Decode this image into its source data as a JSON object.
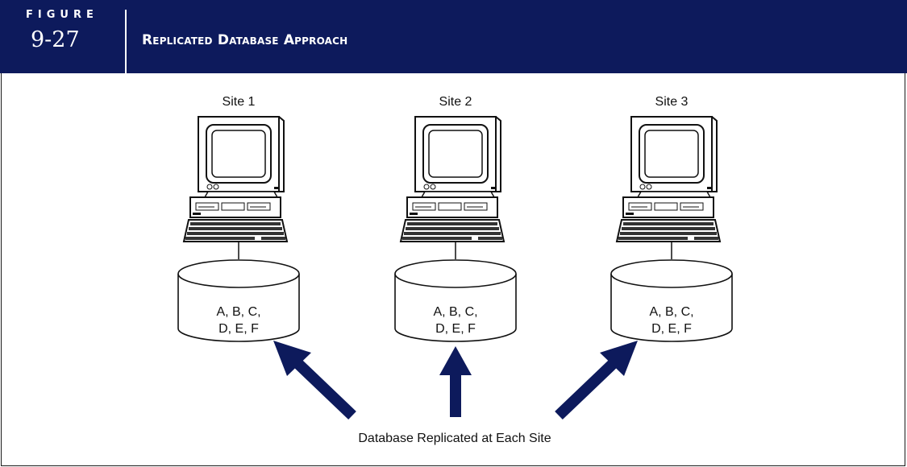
{
  "header": {
    "figure_label": "FIGURE",
    "figure_number": "9-27",
    "title": "Replicated Database Approach"
  },
  "sites": [
    {
      "label": "Site 1",
      "db_line1": "A, B, C,",
      "db_line2": "D, E, F"
    },
    {
      "label": "Site 2",
      "db_line1": "A, B, C,",
      "db_line2": "D, E, F"
    },
    {
      "label": "Site 3",
      "db_line1": "A, B, C,",
      "db_line2": "D, E, F"
    }
  ],
  "caption": "Database Replicated at Each Site",
  "colors": {
    "header_bg": "#0d1a5c",
    "arrow": "#0d1a5c",
    "ink": "#111111"
  }
}
